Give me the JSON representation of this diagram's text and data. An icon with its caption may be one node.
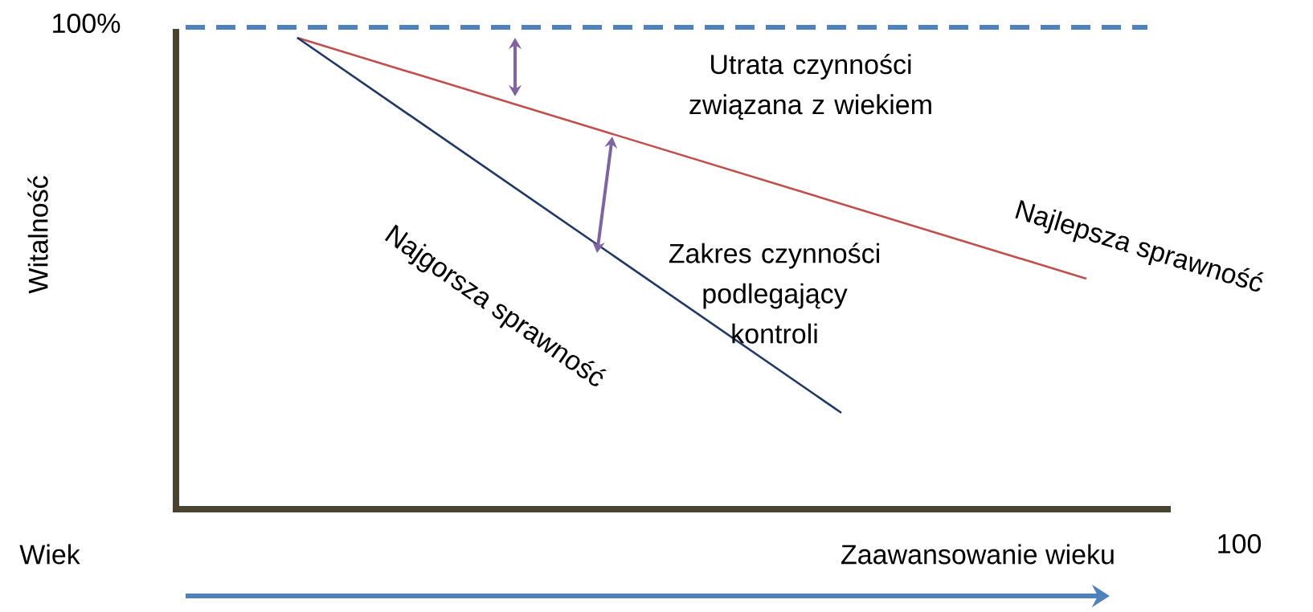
{
  "diagram": {
    "labels": [
      "100%",
      "Utrata czynności związana z wiekiem",
      "Witalność",
      "Najlepsza sprawność",
      "Najgorsza sprawność",
      "Zakres czynności podlegający kontroli",
      "100",
      "Wiek",
      "Zaawansowanie wieku"
    ]
  }
}
